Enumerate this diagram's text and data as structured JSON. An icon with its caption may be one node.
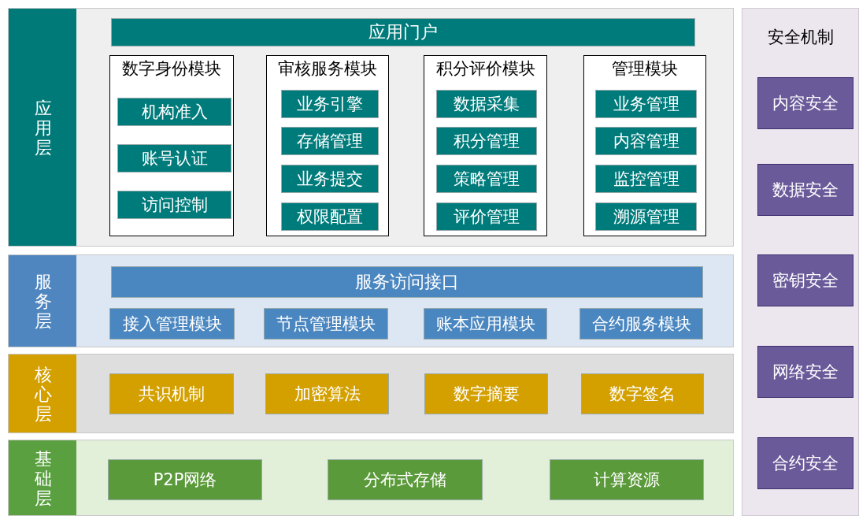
{
  "diagram": {
    "nodes": [
      {
        "text": [
          "应用层"
        ]
      },
      {
        "text": [
          "应用门户"
        ],
        "in": 0
      },
      {
        "text": [
          "数字身份模块"
        ],
        "in": 0
      },
      {
        "text": [
          "机构准入"
        ],
        "in": 2
      },
      {
        "text": [
          "账号认证"
        ],
        "in": 2
      },
      {
        "text": [
          "访问控制"
        ],
        "in": 2
      },
      {
        "text": [
          "审核服务模块"
        ],
        "in": 0
      },
      {
        "text": [
          "业务引擎"
        ],
        "in": 6
      },
      {
        "text": [
          "存储管理"
        ],
        "in": 6
      },
      {
        "text": [
          "业务提交"
        ],
        "in": 6
      },
      {
        "text": [
          "权限配置"
        ],
        "in": 6
      },
      {
        "text": [
          "积分评价模块"
        ],
        "in": 0
      },
      {
        "text": [
          "数据采集"
        ],
        "in": 11
      },
      {
        "text": [
          "积分管理"
        ],
        "in": 11
      },
      {
        "text": [
          "策略管理"
        ],
        "in": 11
      },
      {
        "text": [
          "评价管理"
        ],
        "in": 11
      },
      {
        "text": [
          "管理模块"
        ],
        "in": 0
      },
      {
        "text": [
          "业务管理"
        ],
        "in": 16
      },
      {
        "text": [
          "内容管理"
        ],
        "in": 16
      },
      {
        "text": [
          "监控管理"
        ],
        "in": 16
      },
      {
        "text": [
          "溯源管理"
        ],
        "in": 16
      },
      {
        "text": [
          "服务层"
        ]
      },
      {
        "text": [
          "服务访问接口"
        ],
        "in": 21
      },
      {
        "text": [
          "接入管理模块"
        ],
        "in": 21
      },
      {
        "text": [
          "节点管理模块"
        ],
        "in": 21
      },
      {
        "text": [
          "账本应用模块"
        ],
        "in": 21
      },
      {
        "text": [
          "合约服务模块"
        ],
        "in": 21
      },
      {
        "text": [
          "核心层"
        ]
      },
      {
        "text": [
          "共识机制"
        ],
        "in": 27
      },
      {
        "text": [
          "加密算法"
        ],
        "in": 27
      },
      {
        "text": [
          "数字摘要"
        ],
        "in": 27
      },
      {
        "text": [
          "数字签名"
        ],
        "in": 27
      },
      {
        "text": [
          "基础层"
        ]
      },
      {
        "text": [
          "P2P网络"
        ],
        "in": 32
      },
      {
        "text": [
          "分布式存储"
        ],
        "in": 32
      },
      {
        "text": [
          "计算资源"
        ],
        "in": 32
      },
      {
        "text": [
          "安全机制"
        ]
      },
      {
        "text": [
          "内容安全"
        ],
        "in": 36
      },
      {
        "text": [
          "数据安全"
        ],
        "in": 36
      },
      {
        "text": [
          "密钥安全"
        ],
        "in": 36
      },
      {
        "text": [
          "网络安全"
        ],
        "in": 36
      },
      {
        "text": [
          "合约安全"
        ],
        "in": 36
      }
    ],
    "edges": []
  }
}
